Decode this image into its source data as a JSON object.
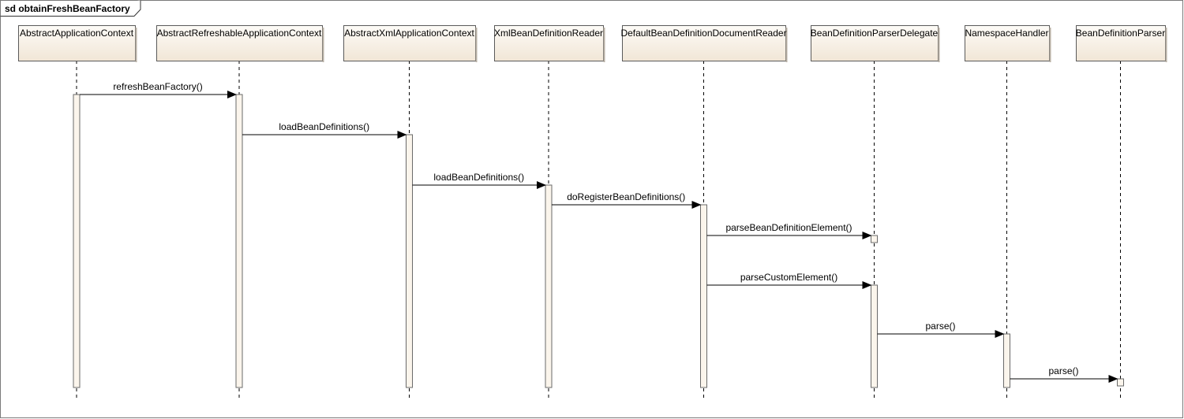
{
  "diagram": {
    "frame_title": "sd obtainFreshBeanFactory",
    "lifelines": [
      {
        "id": "abstract-application-context",
        "name": "AbstractApplicationContext"
      },
      {
        "id": "abstract-refreshable-application-context",
        "name": "AbstractRefreshableApplicationContext"
      },
      {
        "id": "abstract-xml-application-context",
        "name": "AbstractXmlApplicationContext"
      },
      {
        "id": "xml-bean-definition-reader",
        "name": "XmlBeanDefinitionReader"
      },
      {
        "id": "default-bean-definition-document-reader",
        "name": "DefaultBeanDefinitionDocumentReader"
      },
      {
        "id": "bean-definition-parser-delegate",
        "name": "BeanDefinitionParserDelegate"
      },
      {
        "id": "namespace-handler",
        "name": "NamespaceHandler"
      },
      {
        "id": "bean-definition-parser",
        "name": "BeanDefinitionParser"
      }
    ],
    "messages": [
      {
        "label": "refreshBeanFactory()",
        "from": 0,
        "to": 1
      },
      {
        "label": "loadBeanDefinitions()",
        "from": 1,
        "to": 2
      },
      {
        "label": "loadBeanDefinitions()",
        "from": 2,
        "to": 3
      },
      {
        "label": "doRegisterBeanDefinitions()",
        "from": 3,
        "to": 4
      },
      {
        "label": "parseBeanDefinitionElement()",
        "from": 4,
        "to": 5
      },
      {
        "label": "parseCustomElement()",
        "from": 4,
        "to": 5
      },
      {
        "label": "parse()",
        "from": 5,
        "to": 6
      },
      {
        "label": "parse()",
        "from": 6,
        "to": 7
      }
    ],
    "colors": {
      "header_fill_top": "#fdfbf7",
      "header_fill_bottom": "#f1e6d6",
      "activation_fill": "#fbf5ec",
      "line": "#000000",
      "header_border": "#5a5a5a"
    }
  }
}
